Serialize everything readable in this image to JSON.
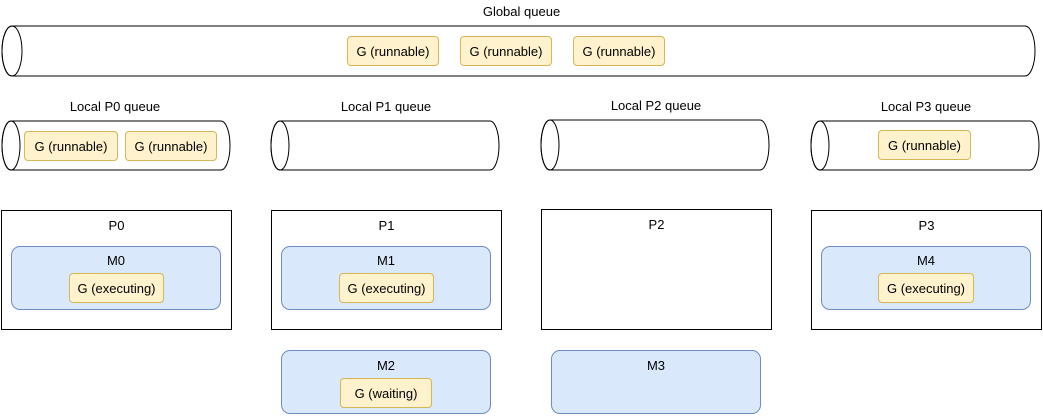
{
  "global_queue": {
    "label": "Global queue",
    "items": [
      "G (runnable)",
      "G (runnable)",
      "G (runnable)"
    ]
  },
  "local_queues": [
    {
      "label": "Local P0 queue",
      "items": [
        "G (runnable)",
        "G (runnable)"
      ]
    },
    {
      "label": "Local P1 queue",
      "items": []
    },
    {
      "label": "Local P2 queue",
      "items": []
    },
    {
      "label": "Local P3 queue",
      "items": [
        "G (runnable)"
      ]
    }
  ],
  "processors": [
    {
      "label": "P0",
      "machine": {
        "label": "M0",
        "goroutine": "G (executing)"
      }
    },
    {
      "label": "P1",
      "machine": {
        "label": "M1",
        "goroutine": "G (executing)"
      }
    },
    {
      "label": "P2"
    },
    {
      "label": "P3",
      "machine": {
        "label": "M4",
        "goroutine": "G (executing)"
      }
    }
  ],
  "detached_machines": [
    {
      "label": "M2",
      "goroutine": "G (waiting)"
    },
    {
      "label": "M3"
    }
  ],
  "colors": {
    "goroutine_fill": "#fff2cc",
    "goroutine_stroke": "#d6b656",
    "machine_fill": "#dae8fc",
    "machine_stroke": "#6c8ebf"
  }
}
